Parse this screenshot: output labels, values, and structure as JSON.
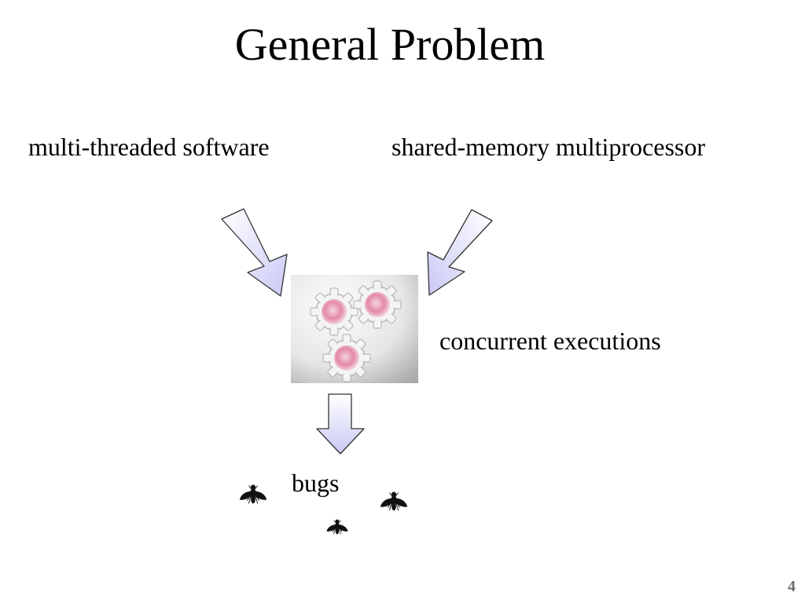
{
  "slide": {
    "title": "General Problem",
    "inputs": {
      "left": "multi-threaded software",
      "right": "shared-memory multiprocessor"
    },
    "process": "concurrent executions",
    "output": "bugs",
    "slide_number": "4"
  },
  "colors": {
    "arrow_fill_light": "#ffffff",
    "arrow_fill_dark": "#c9c9f5",
    "arrow_stroke": "#333333",
    "gear_pink": "#e38aa6",
    "gear_gray": "#cfcfcf",
    "text": "#000000",
    "slide_number": "#6b6b6b"
  },
  "icons": [
    "gear-icon",
    "fly-icon"
  ]
}
